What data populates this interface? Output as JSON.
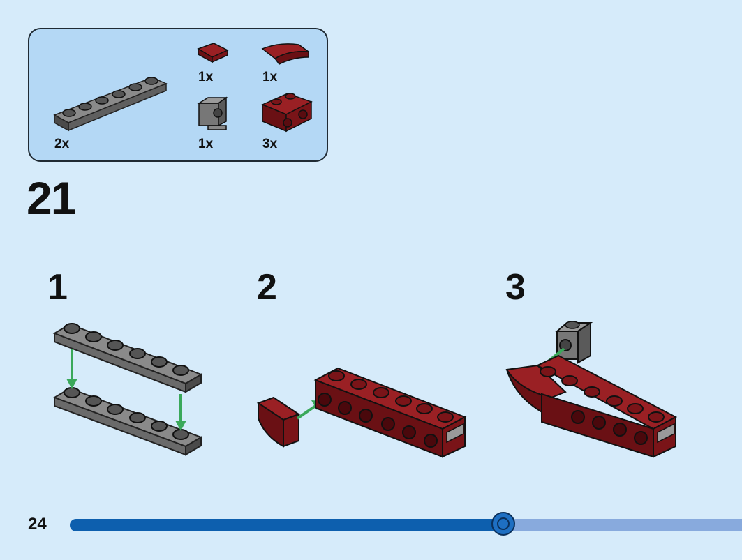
{
  "parts_list": {
    "items": [
      {
        "name": "dark-gray-plate-1x6",
        "quantity": "2x"
      },
      {
        "name": "dark-red-tile-slope",
        "quantity": "1x"
      },
      {
        "name": "dark-red-curved-slope",
        "quantity": "1x"
      },
      {
        "name": "dark-gray-bracket-brick",
        "quantity": "1x"
      },
      {
        "name": "dark-red-brick-with-studs-on-side",
        "quantity": "3x"
      }
    ]
  },
  "step": {
    "number": "21"
  },
  "substeps": [
    {
      "label": "1"
    },
    {
      "label": "2"
    },
    {
      "label": "3"
    }
  ],
  "page": {
    "number": "24"
  },
  "progress": {
    "fraction": 0.63
  },
  "colors": {
    "background": "#d6ebfa",
    "parts_box": "#b4d8f5",
    "dark_gray": "#6f6f6f",
    "dark_red": "#7a1418",
    "arrow_green": "#3aa85a",
    "progress_fill": "#0d5fae",
    "progress_track": "#88aadd"
  }
}
